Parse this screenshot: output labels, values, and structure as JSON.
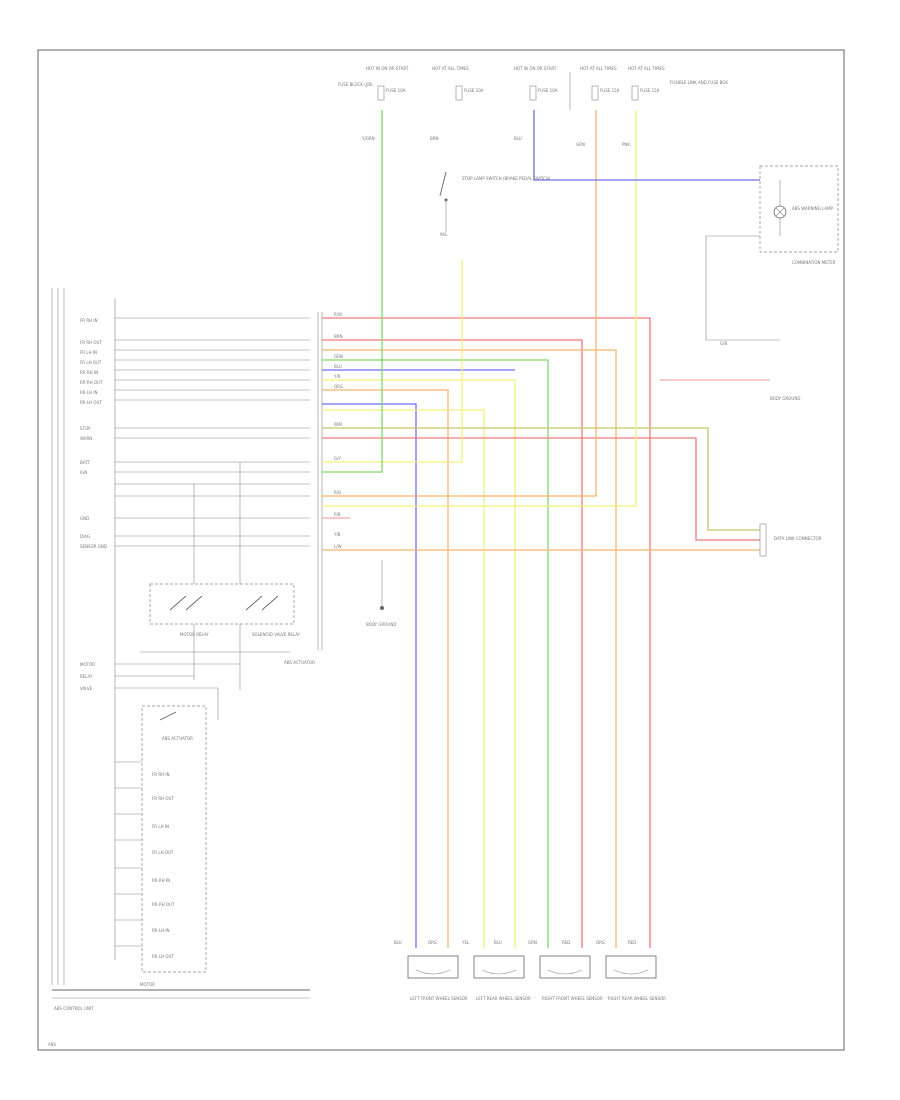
{
  "diagram": {
    "colors": {
      "green": "#7ed86b",
      "yellow": "#f2f07a",
      "blue": "#6f6ff2",
      "orange": "#f7b46e",
      "red": "#f27a7a",
      "olive": "#c7c76b",
      "pink": "#f7a6a6",
      "frame": "#666666"
    },
    "labels": {
      "fuse_boxes": [
        "HOT IN ON OR START",
        "HOT AT ALL TIMES",
        "HOT IN ON OR START",
        "HOT AT ALL TIMES",
        "HOT AT ALL TIMES"
      ],
      "fuses": [
        "FUSE 10A",
        "FUSE 10A",
        "FUSE 10A",
        "FUSE 15A",
        "FUSE 15A"
      ],
      "fuse_locations": [
        "FUSE BLOCK (J/B)",
        "FUSIBLE LINK AND FUSE BOX"
      ],
      "top_wires": [
        "Y/GRN",
        "BRN",
        "BLU",
        "GRN",
        "PNK"
      ],
      "switch_label": "STOP LAMP SWITCH (BRAKE PEDAL SWITCH)",
      "switch_ground": "W/L",
      "indicator": "ABS WARNING LAMP",
      "combination_meter": "COMBINATION METER",
      "diag_connector": "DATA LINK CONNECTOR",
      "module_pins": [
        "FR RH IN",
        "FR RH OUT",
        "FR LH IN",
        "FR LH OUT",
        "RR RH IN",
        "RR RH OUT",
        "RR LH IN",
        "RR LH OUT",
        "STOP",
        "WARN",
        "BATT",
        "IGN",
        "GND",
        "DIAG",
        "SENSOR GND",
        "MOTOR",
        "RELAY",
        "VALVE"
      ],
      "wire_tags": [
        "R/W",
        "BRN",
        "GRN",
        "BLU",
        "Y/R",
        "ORG",
        "W/B",
        "G/Y",
        "R/B",
        "P/B",
        "Y/B",
        "L/W"
      ],
      "relays": [
        "MOTOR RELAY",
        "SOLENOID VALVE RELAY"
      ],
      "relay_box": "ABS ACTUATOR",
      "ground_label": "G/B",
      "ground_note": "BODY GROUND",
      "actuator_title": "ABS ACTUATOR",
      "actuator_items": [
        "FR RH IN",
        "FR RH OUT",
        "FR LH IN",
        "FR LH OUT",
        "RR RH IN",
        "RR RH OUT",
        "RR LH IN",
        "RR LH OUT",
        "MOTOR"
      ],
      "bottom_module": "ABS CONTROL UNIT",
      "sensor_wires": [
        "BLU",
        "ORG",
        "YEL",
        "BLU",
        "GRN",
        "RED",
        "ORG",
        "RED"
      ],
      "sensors": [
        "LEFT FRONT WHEEL SENSOR",
        "LEFT REAR WHEEL SENSOR",
        "RIGHT FRONT WHEEL SENSOR",
        "RIGHT REAR WHEEL SENSOR"
      ],
      "footer": "ABS"
    }
  }
}
